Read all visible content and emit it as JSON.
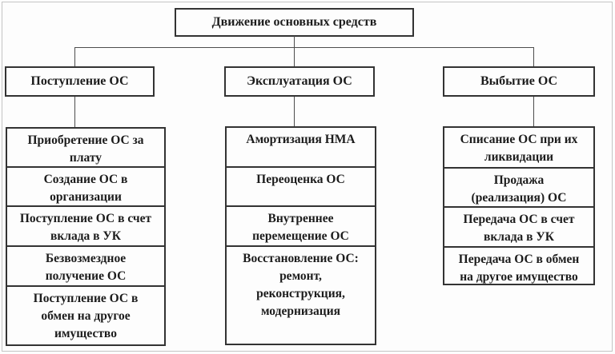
{
  "diagram": {
    "title": "Движение основных средств",
    "branches": [
      {
        "header": "Поступление ОС",
        "items": [
          "Приобретение ОС за\nплату",
          "Создание ОС в\nорганизации",
          "Поступление ОС в счет\nвклада в УК",
          "Безвозмездное\nполучение ОС",
          "Поступление ОС в\nобмен на другое\nимущество"
        ]
      },
      {
        "header": "Эксплуатация ОС",
        "items": [
          "Амортизация НМА",
          "Переоценка ОС",
          "Внутреннее\nперемещение ОС",
          "Восстановление ОС:\nремонт,\nреконструкция,\nмодернизация"
        ]
      },
      {
        "header": "Выбытие ОС",
        "items": [
          "Списание ОС при их\nликвидации",
          "Продажа\n(реализация) ОС",
          "Передача ОС в счет\nвклада в УК",
          "Передача ОС в обмен\nна другое имущество"
        ]
      }
    ],
    "colors": {
      "box_border": "#333333",
      "connector": "#4d4d4d",
      "text": "#1c1c1c",
      "page_border": "#c4c4c4",
      "background": "#fdfdfd"
    }
  }
}
